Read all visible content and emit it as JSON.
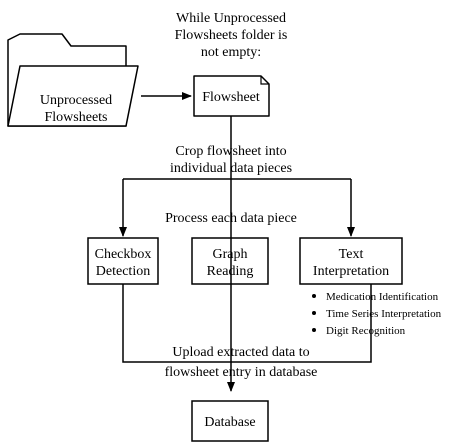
{
  "title_lines": [
    "While Unprocessed",
    "Flowsheets folder is",
    "not empty:"
  ],
  "folder": {
    "lines": [
      "Unprocessed",
      "Flowsheets"
    ],
    "icon": "folder-icon"
  },
  "flowsheet": {
    "label": "Flowsheet",
    "icon": "document-icon"
  },
  "crop_step": {
    "lines": [
      "Crop flowsheet into",
      "individual data pieces"
    ]
  },
  "process_step": {
    "label": "Process each data piece"
  },
  "checkbox_box": {
    "lines": [
      "Checkbox",
      "Detection"
    ]
  },
  "graph_box": {
    "lines": [
      "Graph",
      "Reading"
    ]
  },
  "text_box": {
    "lines": [
      "Text",
      "Interpretation"
    ]
  },
  "text_subtasks": [
    "Medication Identification",
    "Time Series Interpretation",
    "Digit Recognition"
  ],
  "upload_step": {
    "lines": [
      "Upload extracted data to",
      "flowsheet entry in database"
    ]
  },
  "database_box": {
    "label": "Database"
  },
  "colors": {
    "stroke": "#000000",
    "background": "#ffffff"
  }
}
